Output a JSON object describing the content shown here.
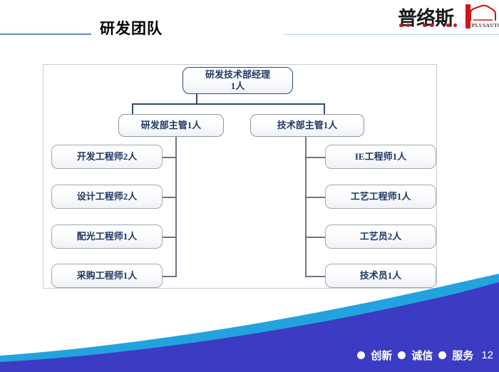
{
  "header": {
    "title": "研发团队",
    "rule_color": "#5b8fc9"
  },
  "logo": {
    "cn_name": "普络斯",
    "en_name": "PLUSAUTO",
    "accent_color": "#d0161b",
    "truck_icon": "truck-icon"
  },
  "org_chart": {
    "root": {
      "label": "研发技术部经理\n1人"
    },
    "level2": [
      {
        "label": "研发部主管1人"
      },
      {
        "label": "技术部主管1人"
      }
    ],
    "left_branch": [
      {
        "label": "开发工程师2人"
      },
      {
        "label": "设计工程师2人"
      },
      {
        "label": "配光工程师1人"
      },
      {
        "label": "采购工程师1人"
      }
    ],
    "right_branch": [
      {
        "label": "IE工程师1人"
      },
      {
        "label": "工艺工程师1人"
      },
      {
        "label": "工艺员2人"
      },
      {
        "label": "技术员1人"
      }
    ]
  },
  "footer": {
    "slogans": [
      "创新",
      "诚信",
      "服务"
    ],
    "page_number": "12",
    "wave_light_color": "#23a3dd",
    "wave_dark_color": "#3b3bc4"
  }
}
